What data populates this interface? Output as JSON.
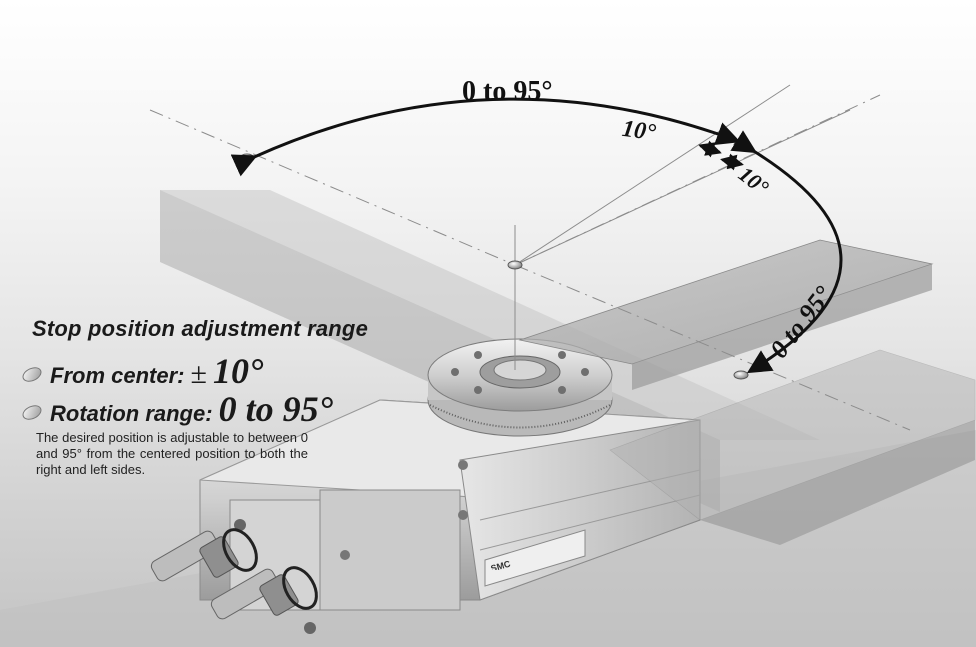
{
  "heading": {
    "title": "Stop position adjustment range",
    "center_label": "From center:",
    "center_pm": "±",
    "center_value": "10°",
    "rotation_label": "Rotation range:",
    "rotation_value": "0 to 95°"
  },
  "description": "The desired position is adjustable to between 0 and 95° from the centered position to both the right and left sides.",
  "diagram": {
    "arc_top_label": "0 to 95°",
    "fine_left_label": "10°",
    "fine_right_label": "10°",
    "arc_right_label": "0 to 95°"
  },
  "product": {
    "brand": "SMC"
  },
  "colors": {
    "text": "#1a1a1a",
    "plate": "#a9a9a9",
    "body_metal": "#d8d8d8"
  },
  "icons": [
    "bullet-oval-icon",
    "bullet-oval-icon"
  ]
}
